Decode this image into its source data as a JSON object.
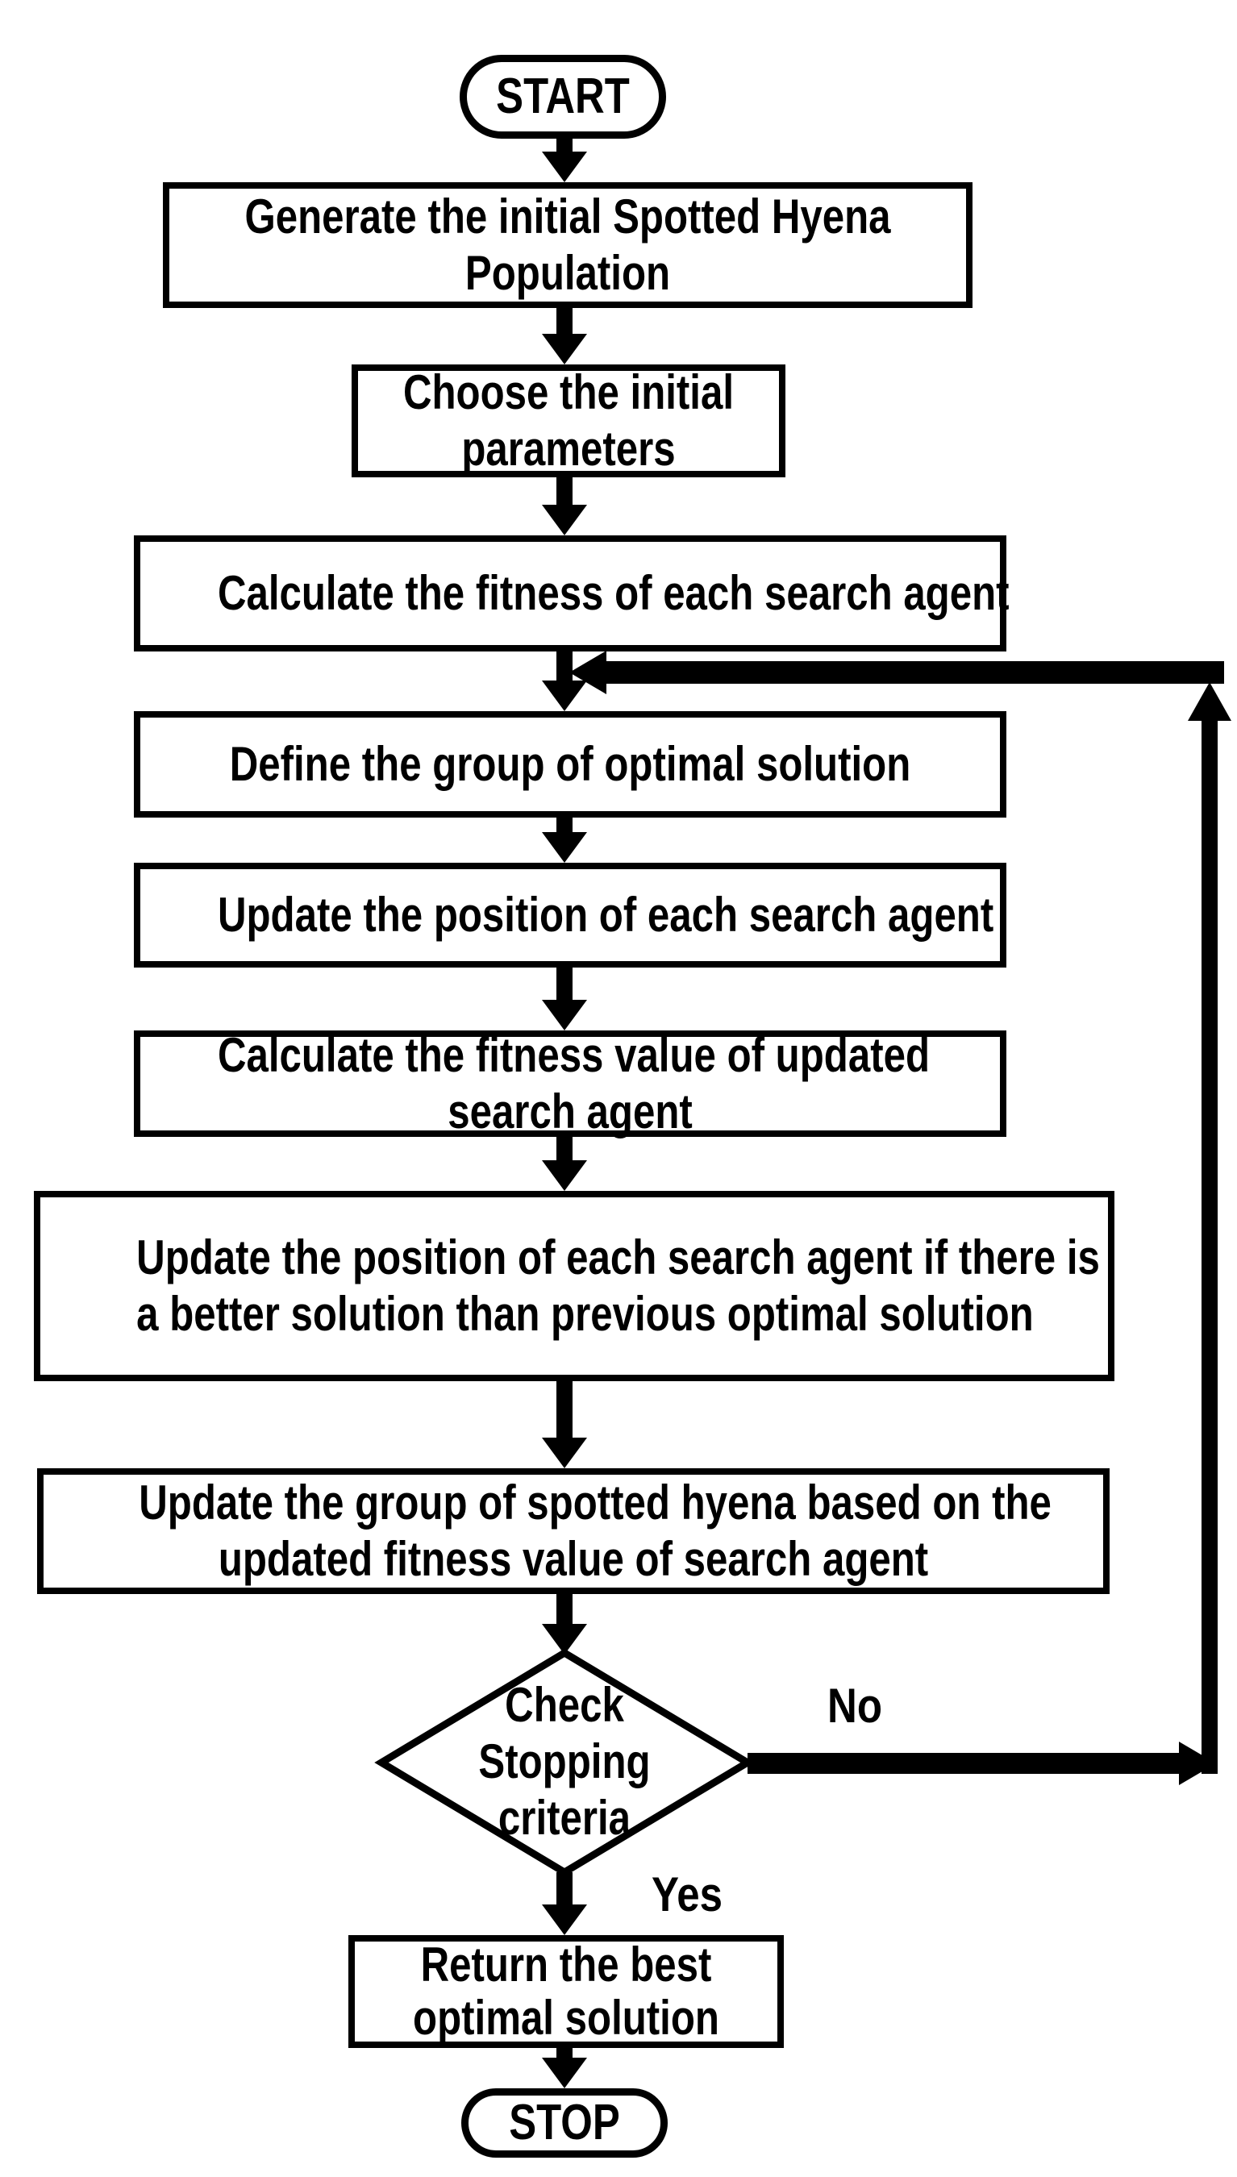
{
  "flowchart": {
    "colors": {
      "stroke": "#000000",
      "fill": "#ffffff"
    },
    "nodes": {
      "start": {
        "label": "START"
      },
      "generate_population": {
        "lines": [
          "Generate the initial Spotted Hyena",
          "Population"
        ]
      },
      "choose_parameters": {
        "lines": [
          "Choose the initial",
          "parameters"
        ]
      },
      "calculate_fitness": {
        "lines": [
          "Calculate the fitness of each search agent"
        ]
      },
      "define_group": {
        "lines": [
          "Define the group of optimal solution"
        ]
      },
      "update_position": {
        "lines": [
          "Update the position of each search agent"
        ]
      },
      "calculate_updated_fitness": {
        "lines": [
          "Calculate the fitness value of updated",
          "search agent"
        ]
      },
      "update_position_better": {
        "lines": [
          "Update the position of each search agent if there is",
          "a better solution than previous optimal solution"
        ]
      },
      "update_group": {
        "lines": [
          "Update the group of spotted hyena based on the",
          "updated fitness value of search agent"
        ]
      },
      "check_stopping": {
        "lines": [
          "Check",
          "Stopping",
          "criteria"
        ]
      },
      "return_best": {
        "lines": [
          "Return the best",
          "optimal solution"
        ]
      },
      "stop": {
        "label": "STOP"
      }
    },
    "edge_labels": {
      "no": "No",
      "yes": "Yes"
    }
  }
}
